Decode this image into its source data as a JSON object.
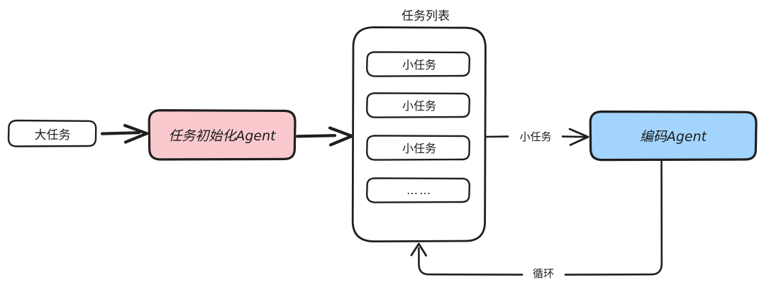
{
  "diagram": {
    "title_node": "任务列表",
    "theme": {
      "stroke": "#1f1f1f",
      "text": "#1b1b1b",
      "background": "#ffffff",
      "init_agent_fill": "#f9c9ce",
      "code_agent_fill": "#a3d4fd",
      "plain_fill": "#ffffff"
    },
    "nodes": [
      {
        "id": "big-task",
        "label": "大任务",
        "fill": "#ffffff"
      },
      {
        "id": "init-agent",
        "label": "任务初始化Agent",
        "fill": "#f9c9ce"
      },
      {
        "id": "task-list",
        "label": "任务列表",
        "fill": "#ffffff"
      },
      {
        "id": "subtask-1",
        "label": "小任务",
        "fill": "#ffffff"
      },
      {
        "id": "subtask-2",
        "label": "小任务",
        "fill": "#ffffff"
      },
      {
        "id": "subtask-3",
        "label": "小任务",
        "fill": "#ffffff"
      },
      {
        "id": "subtask-4",
        "label": "……",
        "fill": "#ffffff"
      },
      {
        "id": "code-agent",
        "label": "编码Agent",
        "fill": "#a3d4fd"
      }
    ],
    "edges": [
      {
        "id": "e1",
        "from": "big-task",
        "to": "init-agent",
        "label": "",
        "style": "thick-arrow"
      },
      {
        "id": "e2",
        "from": "init-agent",
        "to": "task-list",
        "label": "",
        "style": "thick-arrow"
      },
      {
        "id": "e3",
        "from": "task-list",
        "to": "code-agent",
        "label": "小任务",
        "style": "thin-arrow"
      },
      {
        "id": "e4",
        "from": "code-agent",
        "to": "task-list",
        "label": "循环",
        "style": "loop-arrow"
      }
    ]
  }
}
